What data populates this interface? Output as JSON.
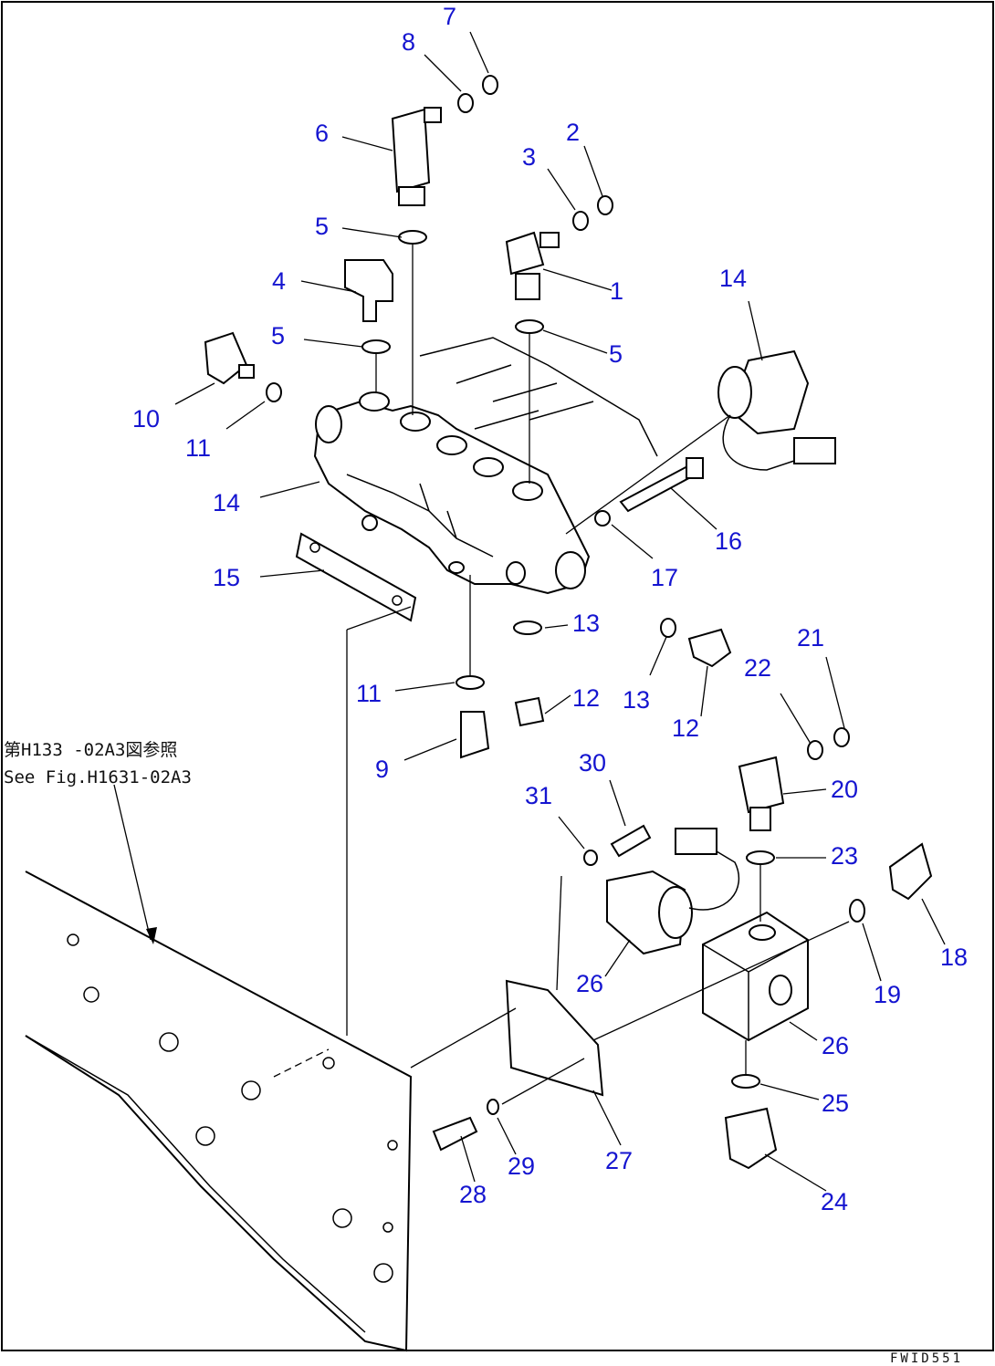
{
  "figure": {
    "reference_note": {
      "line1": "第H1З3 -02A3図参照",
      "line2": "See Fig.H1631-02A3"
    },
    "figure_id": "FWID551"
  },
  "callouts": [
    {
      "id": "c7",
      "label": "7"
    },
    {
      "id": "c8",
      "label": "8"
    },
    {
      "id": "c6",
      "label": "6"
    },
    {
      "id": "c3",
      "label": "3"
    },
    {
      "id": "c2",
      "label": "2"
    },
    {
      "id": "c5a",
      "label": "5"
    },
    {
      "id": "c4",
      "label": "4"
    },
    {
      "id": "c1",
      "label": "1"
    },
    {
      "id": "c14a",
      "label": "14"
    },
    {
      "id": "c5b",
      "label": "5"
    },
    {
      "id": "c5c",
      "label": "5"
    },
    {
      "id": "c10",
      "label": "10"
    },
    {
      "id": "c11a",
      "label": "11"
    },
    {
      "id": "c14b",
      "label": "14"
    },
    {
      "id": "c16",
      "label": "16"
    },
    {
      "id": "c17",
      "label": "17"
    },
    {
      "id": "c15",
      "label": "15"
    },
    {
      "id": "c13a",
      "label": "13"
    },
    {
      "id": "c21",
      "label": "21"
    },
    {
      "id": "c22",
      "label": "22"
    },
    {
      "id": "c11b",
      "label": "11"
    },
    {
      "id": "c12a",
      "label": "12"
    },
    {
      "id": "c13b",
      "label": "13"
    },
    {
      "id": "c12b",
      "label": "12"
    },
    {
      "id": "c30",
      "label": "30"
    },
    {
      "id": "c9",
      "label": "9"
    },
    {
      "id": "c31",
      "label": "31"
    },
    {
      "id": "c20",
      "label": "20"
    },
    {
      "id": "c23",
      "label": "23"
    },
    {
      "id": "c18",
      "label": "18"
    },
    {
      "id": "c26a",
      "label": "26"
    },
    {
      "id": "c19",
      "label": "19"
    },
    {
      "id": "c26b",
      "label": "26"
    },
    {
      "id": "c25",
      "label": "25"
    },
    {
      "id": "c27",
      "label": "27"
    },
    {
      "id": "c29",
      "label": "29"
    },
    {
      "id": "c28",
      "label": "28"
    },
    {
      "id": "c24",
      "label": "24"
    }
  ]
}
